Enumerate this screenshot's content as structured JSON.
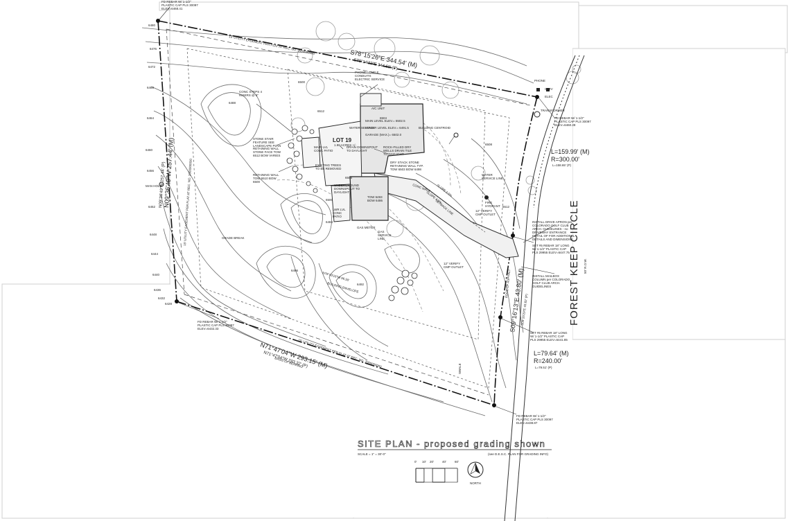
{
  "title": {
    "main": "SITE PLAN - proposed grading shown",
    "scale": "SCALE = 1\" = 30'-0\"",
    "note": "(see D.E.S.C. PLAN FOR GRADING INFO)",
    "north": "NORTH",
    "scale_ticks": [
      "0'",
      "10'",
      "20'",
      "40'",
      "60'"
    ]
  },
  "street": {
    "name": "FOREST KEEP CIRCLE",
    "width_note": "50' R.O.W."
  },
  "lot": {
    "name": "LOT 19",
    "area": "1.90 ACRES +/-"
  },
  "bearings": {
    "north_m": "S78°15'26\"E 344.54' (M)",
    "north_p": "S78°14'22\"E 344.60' (P)",
    "west_m": "N09°36'49\"W 257.44' (M)",
    "west_p": "N09°36'49\"W 257.44' (P)",
    "south_m": "N71°47'04\"W 293.15' (M)",
    "south_p": "N71°47'04\"W 293.32' (P)",
    "basis": "BASIS OF BEARING",
    "east_m": "S09°16'13\"E 43.80' (M)",
    "east_p": "S09°20'29\"E 43.82' (P)",
    "curve1_l_m": "L=159.99' (M)",
    "curve1_r": "R=300.00'",
    "curve1_l_p": "L=158.65' (P)",
    "curve2_l_m": "L=79.64' (M)",
    "curve2_r": "R=240.00'",
    "curve2_l_p": "L=79.51' (P)",
    "building_envelope": "N79°43'16\"W 96.50'"
  },
  "easements": {
    "north": "15' UTILITY EASEMENT PER PLAT AT REC. NO. 2000000000",
    "west": "15' UTILITY EASEMENT PER PLAT AT REC. NO. 2000000000",
    "south": "15' UTILITY EASEMENT PER PLAT AT REC. NO. 2000000000",
    "setback": "SETBACK LINE"
  },
  "monuments": {
    "nw": "FD REBAR W/ 1-1/2\" PLASTIC CAP PLS 30097 ELEV=6468.41",
    "ne": "FD REBAR W/ 1-1/2\" PLASTIC CAP PLS 30097 ELEV=6460.28",
    "sw": "FD REBAR W/ 1-1/2\" PLASTIC CAP PLS 30097 ELEV=6432.33",
    "se": "FD REBAR W/ 1-1/2\" PLASTIC CAP PLS 30097 ELEV=6438.87",
    "e1": "SET #5 REBAR 18\" LONG W/ 1-1/2\" PLASTIC CAP PLS 29955 ELEV=6447.75",
    "e2": "SET #5 REBAR 18\" LONG W/ 1-1/2\" PLASTIC CAP PLS 29955 ELEV=6441.85"
  },
  "notes": {
    "phone": "PHONE / CABLE CONDUITS ELECTRIC SERVICE",
    "ac": "A/C UNIT",
    "water_service": "WATER SERVICE",
    "main_level": "MAIN LEVEL ELEV.= 6502.5",
    "lower_level": "LOWER LEVEL ELEV.= 6491.5",
    "garage": "GARAGE (MAX.)= 6502.0",
    "centroid": "BUILDING CENTROID",
    "conc_steps": "CONC STEPS 4 RISERS @ 6\"",
    "stone_stair": "STONE STAIR FEATURE SEE LANDSCAPE PLAN",
    "main_patio": "MAIN LVL CONC PATIO",
    "drain1": "DRAIN DOWNSPOUT TO DAYLIGHT",
    "rock_wall": "ROCK-FILLED DRY WELLS DRAIN TILE TO DAYLIGHT",
    "retaining1": "RETAINING WALL STONE FACE TOW 6512 BOW VARIES",
    "retaining2": "RETAINING WALL TOW 6510 BOW 6500",
    "dry_stack": "DRY STACK STONE RETAINING WALL TYP. TOW 6503 BOW 6498",
    "existing_trees": "EXISTING TREES TO BE REMOVED",
    "underground": "UNDERGROUND DOWNSPOUT TO DAYLIGHT",
    "tow_bow": "TOW 6493 BOW 6486",
    "lower_patio": "LWR LVL CONC PATIO",
    "gas_meter": "GAS METER",
    "gas_service": "GAS SERVICE LINE",
    "water_service_line": "WATER SERVICE LINE",
    "fire_hydrant": "FIRE HYDRANT",
    "drive_apron": "INSTALL DRIVE APRON per COLORADO GOLF CLUB ARCH. GUIDELINES - no DRIVEWAY ENTRANCE DETAIL OF FOR ADDITIONAL DETAILS AND DIMENSIONS",
    "mailbox": "INSTALL MAILBOX COLUMN per COLORADO GOLF CLUB ARCH. GUIDELINES",
    "culvert1": "12\" VERIFY CMP OUTLET",
    "culvert2": "12\" VERIFY CMP OUTLET",
    "transformer": "TRANSFORMER",
    "phone_ped": "PHONE",
    "catv": "CATV",
    "elec": "ELEC",
    "mail_hole": "MAN HOLE",
    "elev1": "6512",
    "elev2": "6508",
    "elev3": "6500",
    "slope1": "SLOPE 2.5%",
    "slope2": "SLOPE 4.5%",
    "building_envelope_label": "BUILDING ENVELOPE",
    "edge_of_asphalt": "EDGE OF ASPHALT",
    "swale": "SWALE",
    "conc_walk": "CONC WALK",
    "grade_break": "GRADE BREAK"
  },
  "contour_labels": [
    "6480",
    "6476",
    "6472",
    "6468",
    "6464",
    "6460",
    "6456",
    "6452",
    "6448",
    "6444",
    "6440",
    "6436",
    "6432",
    "6428",
    "6488",
    "6484",
    "6496",
    "6492",
    "6504",
    "6500",
    "6508",
    "6512"
  ]
}
